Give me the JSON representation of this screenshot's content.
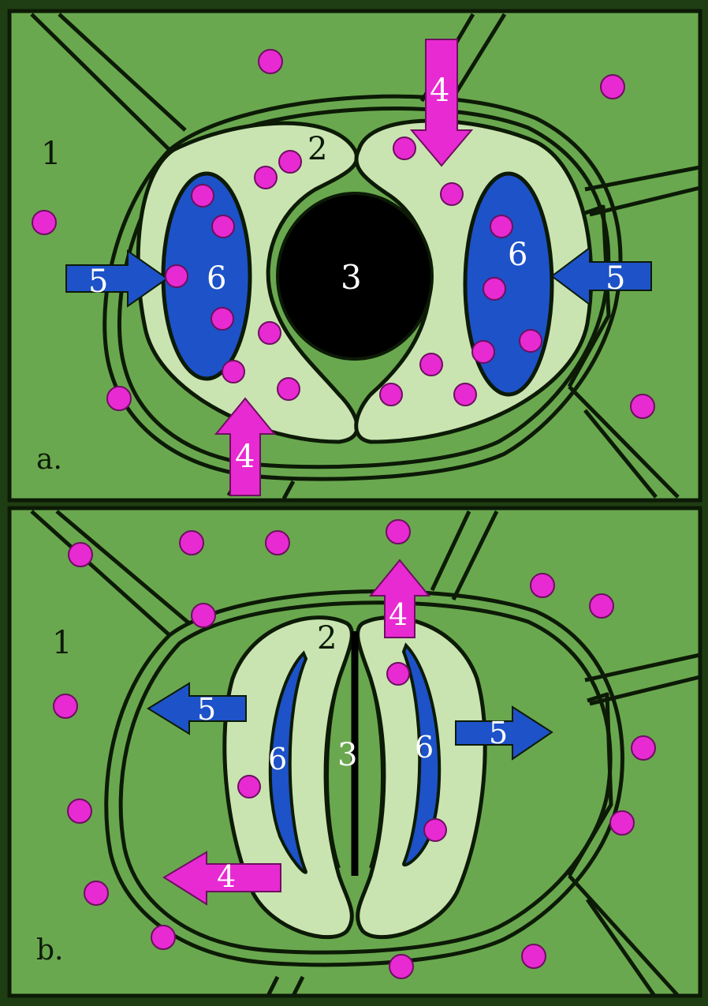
{
  "colors": {
    "background": "#1f3d12",
    "cell_green": "#6aa84f",
    "guard_cell": "#c9e4b0",
    "vacuole": "#1d52c8",
    "ion": "#e82ad2",
    "outline": "#0c1a06",
    "pore": "#000000"
  },
  "panel_a": {
    "letter": "a.",
    "label_1": "1",
    "label_2": "2",
    "label_3": "3",
    "label_4_top": "4",
    "label_4_bottom": "4",
    "label_5_left": "5",
    "label_5_right": "5",
    "label_6_left": "6",
    "label_6_right": "6"
  },
  "panel_b": {
    "letter": "b.",
    "label_1": "1",
    "label_2": "2",
    "label_3": "3",
    "label_4_top": "4",
    "label_4_left": "4",
    "label_5_left": "5",
    "label_5_right": "5",
    "label_6_left": "6",
    "label_6_right": "6"
  }
}
